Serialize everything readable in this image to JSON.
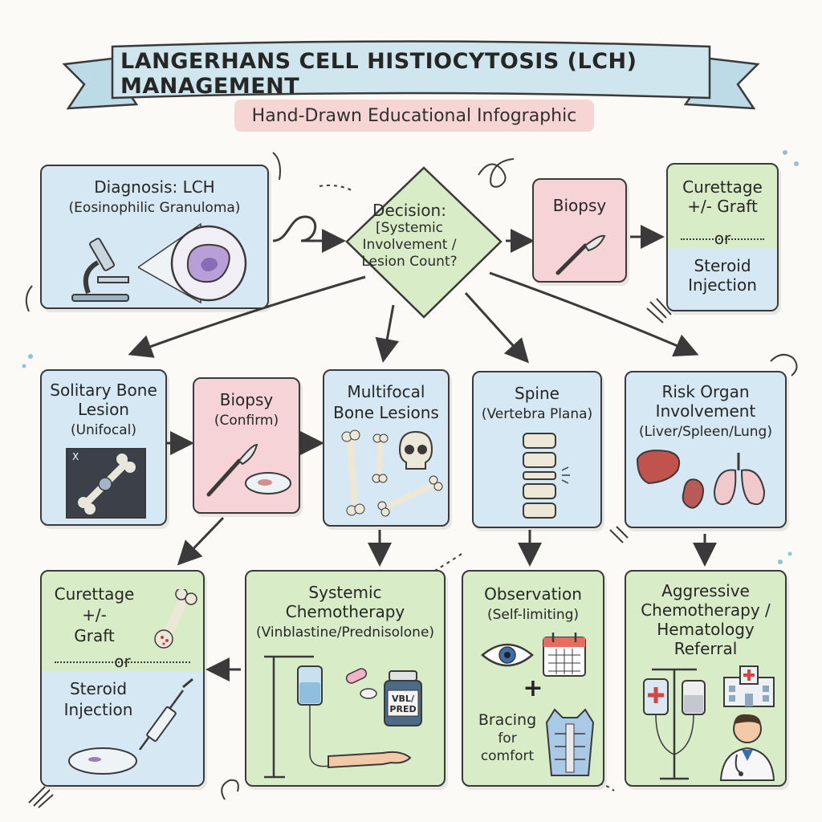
{
  "title": "LANGERHANS CELL HISTIOCYTOSIS (LCH) MANAGEMENT",
  "subtitle": "Hand-Drawn Educational Infographic",
  "nodes": {
    "diagnosis": {
      "title": "Diagnosis: LCH",
      "sub": "(Eosinophilic Granuloma)"
    },
    "decision": {
      "title": "Decision:",
      "lines": "[Systemic Involvement / Lesion Count?"
    },
    "biopsy_top": {
      "title": "Biopsy"
    },
    "curettage_top": {
      "line1": "Curettage",
      "line2": "+/- Graft",
      "or": "or",
      "line3": "Steroid",
      "line4": "Injection"
    },
    "solitary": {
      "line1": "Solitary Bone",
      "line2": "Lesion",
      "sub": "(Unifocal)",
      "xray_mark": "X"
    },
    "biopsy_confirm": {
      "title": "Biopsy",
      "sub": "(Confirm)"
    },
    "multifocal": {
      "line1": "Multifocal",
      "line2": "Bone Lesions"
    },
    "spine": {
      "title": "Spine",
      "sub": "(Vertebra Plana)"
    },
    "risk_organ": {
      "line1": "Risk Organ",
      "line2": "Involvement",
      "sub": "(Liver/Spleen/Lung)"
    },
    "curettage_bottom": {
      "line1": "Curettage",
      "line2": "+/-",
      "line3": "Graft",
      "or": "or",
      "line4": "Steroid",
      "line5": "Injection"
    },
    "systemic": {
      "line1": "Systemic",
      "line2": "Chemotherapy",
      "sub": "(Vinblastine/Prednisolone)",
      "bottle_label1": "VBL/",
      "bottle_label2": "PRED"
    },
    "observation": {
      "title": "Observation",
      "sub": "(Self-limiting)",
      "plus": "+",
      "line1": "Bracing",
      "line2": "for",
      "line3": "comfort"
    },
    "aggressive": {
      "line1": "Aggressive",
      "line2": "Chemotherapy /",
      "line3": "Hematology",
      "line4": "Referral"
    }
  },
  "colors": {
    "blue": "#d6e8f3",
    "pink": "#f5d3d6",
    "green": "#d9ecc8",
    "stroke": "#3a3a3a",
    "banner": "#cfe6ee"
  }
}
